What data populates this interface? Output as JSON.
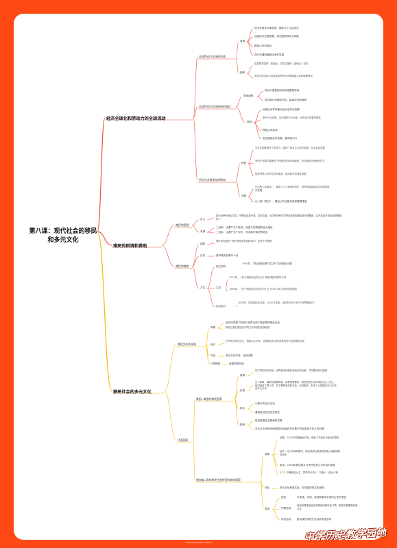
{
  "colors": {
    "background": "#ff4a16",
    "card": "#ffffff",
    "line_red": "#e9573f",
    "line_yellow": "#f5b700"
  },
  "root": "第八课：现代社会的移民和多元文化",
  "sec1": {
    "title": "经济全球化和劳动力的全球流动",
    "a": {
      "label": "全球劳动力市场的形成",
      "bg": {
        "label": "背景",
        "items": [
          "经济全球化加速发展，国际分工日益深化",
          "战后经济迅速发展，发达国家劳动力短缺",
          "跨国公司的推动",
          "现代交通和通信技术的发展"
        ]
      },
      "trend": {
        "label": "趋势",
        "items": [
          "由发展中国家（或地区）向发达国家（或地区）流动",
          "劳动力的流动方向反映出世界经济发展重心及其转移情况"
        ]
      }
    },
    "b": {
      "label": "全球劳动力市场结构的变化",
      "trend": {
        "label": "表现趋势",
        "items": [
          "劳动力密集型向知识密集型转变",
          "经济增长依赖知识化、高端化的新趋势"
        ]
      },
      "cause": {
        "label": "原因",
        "items": [
          "信息技术革命推动经济全球化发展",
          "新兴产业发展，发达国家产业升级，对劳动力的要求提高",
          "跨国公司推动",
          "发达国家经济发展，具有吸引力"
        ]
      }
    },
    "c": {
      "label": "劳动力全球流动的影响",
      "pos": {
        "label": "积极",
        "items": [
          "为发达国家提供了劳动力，促进了资本主义经济发展，民主政治发展",
          "有利于发展中国家学习外国先进技术和经验，也可增加当地就业压力",
          "促进世界文化的交流与融合，推动经济全球化进程"
        ]
      },
      "neg": {
        "label": "消极",
        "items": [
          "迁出国（发展中）：造成了人才资源的流失，进而可能会影响迁出国的经济发展",
          "迁入国（发达）：增加公共设施负担和管理难度"
        ]
      }
    }
  },
  "sec2": {
    "title": "难民的困境和救助",
    "a": {
      "label": "难民的困境",
      "def": {
        "label": "含义",
        "text": "因为战争和地区冲突、宗教或部族矛盾、自然灾害、经济形势和环境等各种原因被迫离开原籍国，且不能或不愿返回原籍国的人"
      },
      "src": {
        "label": "来源",
        "items": [
          "二战前：主要产生于欧洲，如逃亡到美国的犹太难民",
          "二战后：主要产生于中东、非洲和东南亚等地区"
        ]
      }
    },
    "b": {
      "label": "难民的救助",
      "country": {
        "label": "国家",
        "text": "难民所在国担一般仅有基本的国际权利，处境十分艰难"
      },
      "purpose": {
        "label": "目的",
        "text": "保护难民的基本人权"
      },
      "method": {
        "label": "方式",
        "org": {
          "label": "成立机构",
          "text": "1950年，\"联合国难民署\"成立专门办理难民问题"
        },
        "law": {
          "label": "立法",
          "items": [
            "1951年，《关于难民地位的公约》规定难民的权利义务",
            "1966年，《关于难民地位的议定书》扩大1951年公约的适用范围"
          ]
        },
        "day": {
          "label": "设纪念日",
          "text": "2000年，联合国大会决定，从2001年起，每年的6月20日为\"世界难民日\""
        }
      }
    }
  },
  "sec3": {
    "title": "移民社会的多元文化",
    "a": {
      "label": "移民文化的形成",
      "bg": {
        "label": "背景",
        "items": [
          "全球化背景下的现代世界出现了最多数的移民社会",
          "移民社会的居民由不同文化传统的民族组成"
        ]
      },
      "def": {
        "label": "含义",
        "items": [
          "在不同文化的交汇、借鉴与认同中，这类移民社会形成具有多元性的移民文化"
        ]
      },
      "feat": {
        "label": "特征",
        "text": "多元文化共存，互相交融"
      },
      "rep": {
        "label": "代表国家",
        "text": "美国和新加坡"
      }
    },
    "b": {
      "label": "代表国家",
      "us": {
        "label": "美国--典型的移民国家",
        "bg": {
          "label": "背景",
          "text": "在不同的历史阶段，世界各地的移民陆续来到北美，共同建设新兴国家"
        },
        "form": {
          "label": "形成",
          "text": "白人新教、南欧东欧新教徒、新教徒等移民一起把各自的文化带到这片土地上，他们吸收了黑人的、拉丁裔等各地的文化，交流融合，形成了以美国文化为主流的多元文化"
        },
        "feat": {
          "label": "特点",
          "items": [
            "以欧洲文化为主流",
            "兼容其他文化的多样性"
          ]
        },
        "effect": {
          "label": "影响",
          "items": [
            "促进美国社会繁荣和发展",
            "多元文化传统也使美国社会始终存在着不同民族间文化认同问题"
          ]
        }
      },
      "sg": {
        "label": "新加坡--具有移民社会特征的城市国家",
        "bg": {
          "label": "背景",
          "items": [
            "地理：1819年英国殖民开埠，增加了东南亚与欧洲的联系",
            "经济：马六甲海峡要冲，新加坡成为繁荣的贸易大港和国际化城市",
            "政治：1965年新加坡从马来西亚独立出来成为国家",
            "人口：华裔移民为主，同时有马来人、印度人、欧洲人等"
          ]
        },
        "feat": {
          "label": "特征",
          "text": "多元文化和谐共处，形成独特的文化景观"
        },
        "show": {
          "label": "表现",
          "items": [
            {
              "label": "语言",
              "text": "马来语、华语、英语和泰米尔语均为官方语言"
            },
            {
              "label": "宗教信仰",
              "text": "各民族尊重彼此的宗教信仰和风俗习惯，各种宗教建筑和谐共存"
            },
            {
              "label": "传统活动",
              "text": "各民族的传统文化活动丰富多彩"
            }
          ]
        }
      }
    }
  },
  "footer": "Presented with xmind",
  "brand": "中学历史教学园地"
}
